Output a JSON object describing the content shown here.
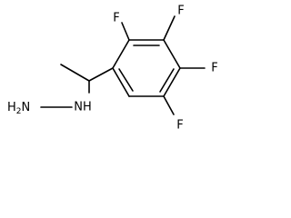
{
  "molecule": {
    "atoms": {
      "f1": "F",
      "f2": "F",
      "f3": "F",
      "f4": "F",
      "nh": "NH",
      "h2n_h": "H",
      "h2n_sub": "2",
      "h2n_n": "N"
    },
    "colors": {
      "bond": "#000000",
      "label": "#000000",
      "background": "#ffffff"
    }
  }
}
